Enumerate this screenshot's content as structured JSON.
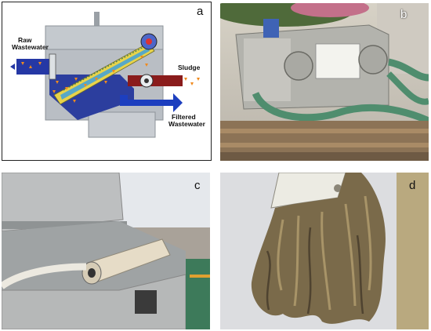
{
  "panels": {
    "a": {
      "letter": "a",
      "labels": {
        "raw_1": "Raw",
        "raw_2": "Wastewater",
        "sludge": "Sludge",
        "filtered_1": "Filtered",
        "filtered_2": "Wastewater"
      }
    },
    "b": {
      "letter": "b"
    },
    "c": {
      "letter": "c"
    },
    "d": {
      "letter": "d"
    }
  },
  "colors": {
    "housing": "#b9bec4",
    "tank_blue": "#2c3e9e",
    "outlet_blue": "#1d3fbf",
    "screen_yellow": "#e8d34a",
    "sludge_brown": "#8a1c1c",
    "particle_orange": "#f08a1e"
  }
}
